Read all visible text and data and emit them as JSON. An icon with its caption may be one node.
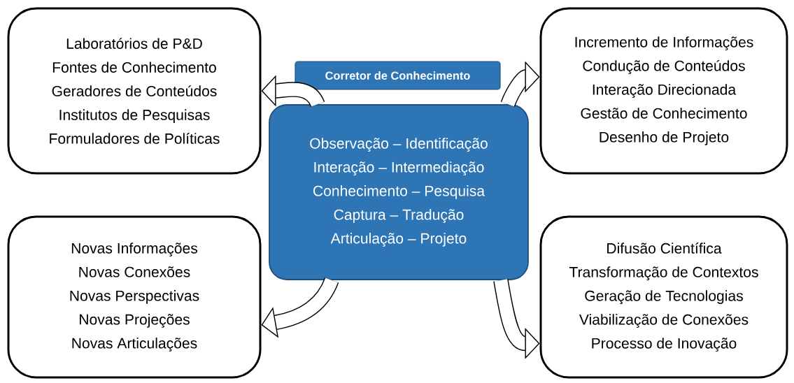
{
  "diagram": {
    "nodes": [
      {
        "text": [
          "Laboratórios de P&D",
          "Fontes de Conhecimento",
          "Geradores de Conteúdos",
          "Institutos de Pesquisas",
          "Formuladores de Políticas"
        ]
      },
      {
        "text": [
          "Corretor de Conhecimento"
        ]
      },
      {
        "text": [
          "Incremento de Informações",
          "Condução de Conteúdos",
          "Interação Direcionada",
          "Gestão de Conhecimento",
          "Desenho de Projeto"
        ]
      },
      {
        "text": [
          "Observação – Identificação",
          "Interação – Intermediação",
          "Conhecimento – Pesquisa",
          "Captura – Tradução",
          "Articulação – Projeto"
        ]
      },
      {
        "text": [
          "Novas Informações",
          "Novas Conexões",
          "Novas Perspectivas",
          "Novas Projeções",
          "Novas Articulações"
        ]
      },
      {
        "text": [
          "Difusão Científica",
          "Transformação de Contextos",
          "Geração de Tecnologias",
          "Viabilização de Conexões",
          "Processo de Inovação"
        ]
      }
    ],
    "edges": [
      {
        "from": 3,
        "to": 0,
        "arrow": "to"
      },
      {
        "from": 3,
        "to": 2,
        "arrow": "to"
      },
      {
        "from": 3,
        "to": 4,
        "arrow": "to"
      },
      {
        "from": 3,
        "to": 5,
        "arrow": "to"
      }
    ]
  }
}
